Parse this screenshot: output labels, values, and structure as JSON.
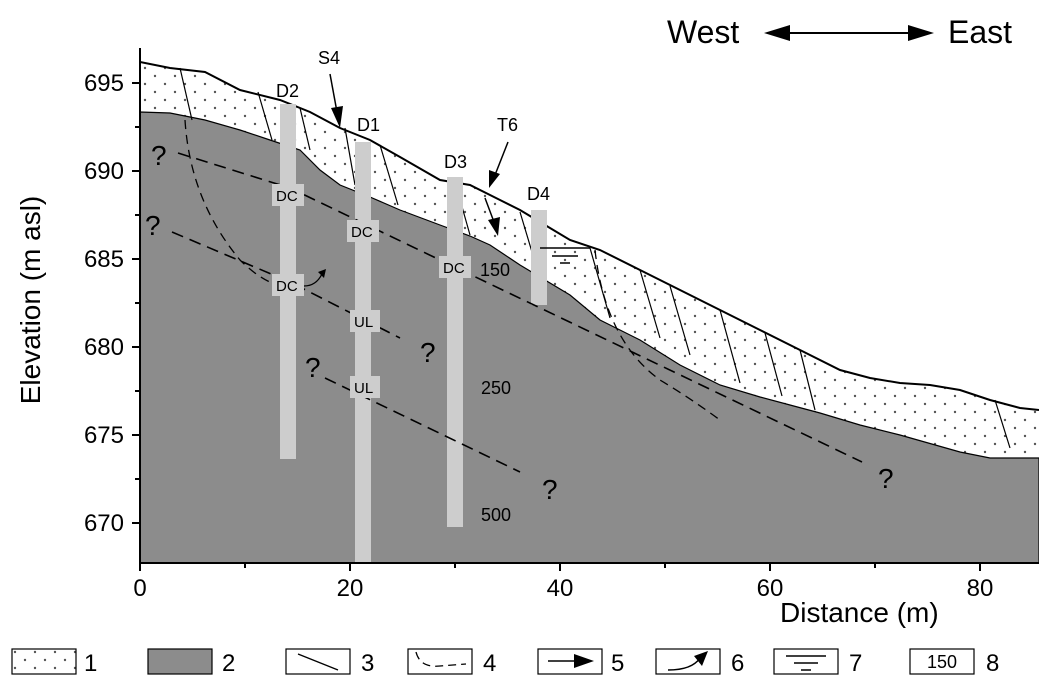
{
  "header": {
    "west_label": "West",
    "east_label": "East"
  },
  "axes": {
    "ylabel": "Elevation (m asl)",
    "xlabel": "Distance (m)",
    "y_ticks": [
      "695",
      "690",
      "685",
      "680",
      "675",
      "670"
    ],
    "x_ticks": [
      "0",
      "20",
      "40",
      "60",
      "80"
    ]
  },
  "boreholes": {
    "d2": "D2",
    "d1": "D1",
    "d3": "D3",
    "d4": "D4"
  },
  "markers": {
    "s4": "S4",
    "t6": "T6"
  },
  "zone_labels": {
    "dc_d2_upper": "DC",
    "dc_d2_lower": "DC",
    "dc_d1": "DC",
    "dc_d3": "DC",
    "ul_upper": "UL",
    "ul_lower": "UL"
  },
  "resistivity_labels": {
    "r150": "150",
    "r250": "250",
    "r500": "500"
  },
  "unknown_mark": "?",
  "legend": {
    "items": [
      {
        "num": "1",
        "symbol": "dotted-fill"
      },
      {
        "num": "2",
        "symbol": "grey-fill"
      },
      {
        "num": "3",
        "symbol": "solid-line"
      },
      {
        "num": "4",
        "symbol": "dashed-curve"
      },
      {
        "num": "5",
        "symbol": "arrow"
      },
      {
        "num": "6",
        "symbol": "curved-arrow"
      },
      {
        "num": "7",
        "symbol": "water-table"
      },
      {
        "num": "8",
        "symbol": "value-box"
      }
    ],
    "box_value": "150"
  },
  "colors": {
    "bedrock": "#8c8c8c",
    "borehole": "#cdcdcd",
    "line": "#000000",
    "dots": "#555555"
  }
}
